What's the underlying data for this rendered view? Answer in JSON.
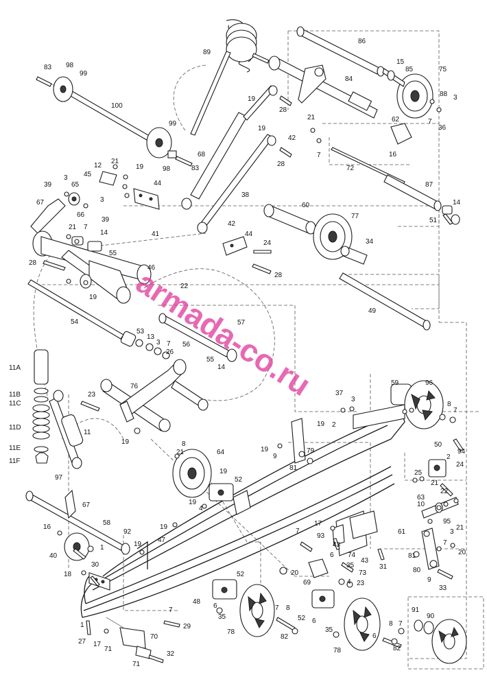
{
  "watermark": "armada-co.ru",
  "parts": {
    "p1a": "1",
    "p1b": "1",
    "p2a": "2",
    "p2b": "2",
    "p3a": "3",
    "p3b": "3",
    "p3c": "3",
    "p3d": "3",
    "p3e": "3",
    "p4a": "4",
    "p4b": "4",
    "p6a": "6",
    "p6b": "6",
    "p6c": "6",
    "p6d": "6",
    "p7a": "7",
    "p7b": "7",
    "p7c": "7",
    "p7d": "7",
    "p7e": "7",
    "p7f": "7",
    "p7g": "7",
    "p7h": "7",
    "p8a": "8",
    "p8b": "8",
    "p8c": "8",
    "p8d": "8",
    "p9a": "9",
    "p9b": "9",
    "p10": "10",
    "p11": "11",
    "p11A": "11A",
    "p11B": "11B",
    "p11C": "11C",
    "p11D": "11D",
    "p11E": "11E",
    "p11F": "11F",
    "p12": "12",
    "p13": "13",
    "p14a": "14",
    "p14b": "14",
    "p14c": "14",
    "p15": "15",
    "p16a": "16",
    "p16b": "16",
    "p17a": "17",
    "p17b": "17",
    "p18": "18",
    "p19a": "19",
    "p19b": "19",
    "p19c": "19",
    "p19d": "19",
    "p19e": "19",
    "p19f": "19",
    "p19g": "19",
    "p19h": "19",
    "p19i": "19",
    "p19j": "19",
    "p19k": "19",
    "p20a": "20",
    "p20b": "20",
    "p21a": "21",
    "p21b": "21",
    "p21c": "21",
    "p21d": "21",
    "p21e": "21",
    "p21f": "21",
    "p22a": "22",
    "p22b": "22",
    "p23a": "23",
    "p23b": "23",
    "p24a": "24",
    "p24b": "24",
    "p25": "25",
    "p26": "26",
    "p27": "27",
    "p28a": "28",
    "p28b": "28",
    "p28c": "28",
    "p28d": "28",
    "p29": "29",
    "p30": "30",
    "p31": "31",
    "p32": "32",
    "p33": "33",
    "p34": "34",
    "p35a": "35",
    "p35b": "35",
    "p35c": "35",
    "p36": "36",
    "p37": "37",
    "p38": "38",
    "p39a": "39",
    "p39b": "39",
    "p40": "40",
    "p41": "41",
    "p42a": "42",
    "p42b": "42",
    "p43a": "43",
    "p43b": "43",
    "p44a": "44",
    "p44b": "44",
    "p45": "45",
    "p46": "46",
    "p47": "47",
    "p48": "48",
    "p49": "49",
    "p50": "50",
    "p51": "51",
    "p52a": "52",
    "p52b": "52",
    "p52c": "52",
    "p53": "53",
    "p54": "54",
    "p55a": "55",
    "p55b": "55",
    "p56": "56",
    "p57": "57",
    "p58": "58",
    "p59": "59",
    "p60": "60",
    "p61": "61",
    "p62": "62",
    "p63": "63",
    "p64": "64",
    "p65": "65",
    "p66": "66",
    "p67a": "67",
    "p67b": "67",
    "p68": "68",
    "p69": "69",
    "p70": "70",
    "p71a": "71",
    "p71b": "71",
    "p72": "72",
    "p73": "73",
    "p74": "74",
    "p75": "75",
    "p76": "76",
    "p77": "77",
    "p78a": "78",
    "p78b": "78",
    "p79": "79",
    "p80": "80",
    "p81a": "81",
    "p81b": "81",
    "p82a": "82",
    "p82b": "82",
    "p83a": "83",
    "p83b": "83",
    "p84": "84",
    "p85": "85",
    "p86": "86",
    "p87": "87",
    "p88": "88",
    "p89": "89",
    "p90": "90",
    "p91": "91",
    "p92": "92",
    "p93": "93",
    "p94": "94",
    "p95": "95",
    "p96": "96",
    "p97": "97",
    "p98a": "98",
    "p98b": "98",
    "p99a": "99",
    "p99b": "99",
    "p100": "100"
  }
}
